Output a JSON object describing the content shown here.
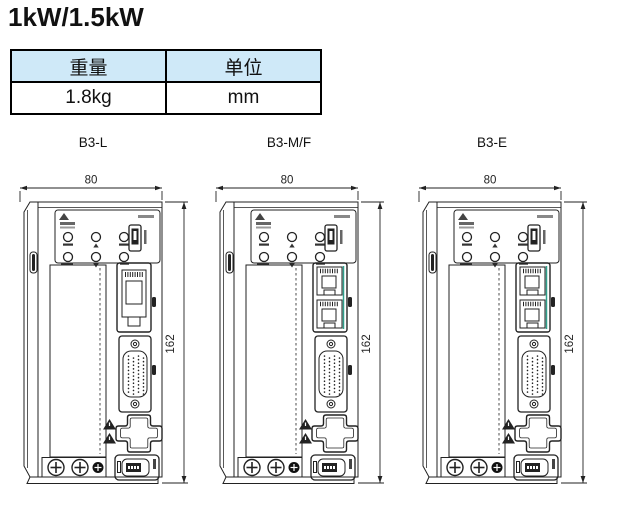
{
  "page": {
    "title": "1kW/1.5kW",
    "background": "#ffffff"
  },
  "spec_table": {
    "headers": [
      "重量",
      "单位"
    ],
    "rows": [
      [
        "1.8kg",
        "mm"
      ]
    ],
    "header_bg": "#cfe9f8",
    "border_color": "#000000"
  },
  "figures": [
    {
      "label": "B3-L",
      "width_mm": "80",
      "height_mm": "162",
      "ethernet_ports": 1
    },
    {
      "label": "B3-M/F",
      "width_mm": "80",
      "height_mm": "162",
      "ethernet_ports": 2
    },
    {
      "label": "B3-E",
      "width_mm": "80",
      "height_mm": "162",
      "ethernet_ports": 2
    }
  ],
  "drawing_icons": {
    "delta_logo": "triangle-logo",
    "warning": "warning-triangle-icon",
    "ground_screws": "screw-cross-icon"
  },
  "colors": {
    "line": "#222222",
    "accent_teal": "#2fa08c",
    "dim_text": "#222222"
  }
}
